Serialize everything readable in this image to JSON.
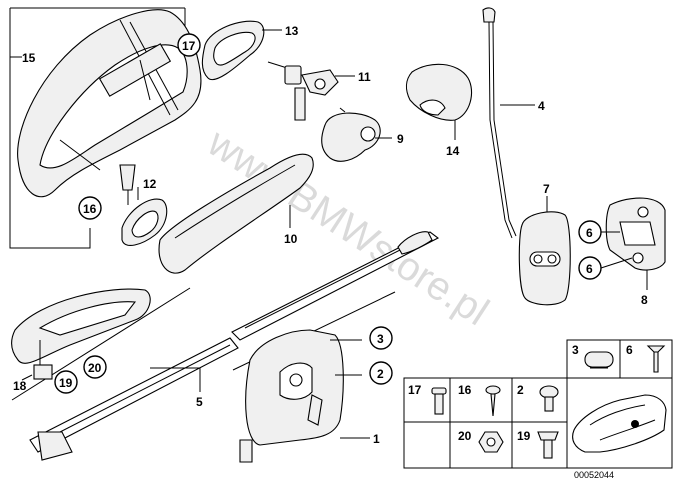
{
  "callouts": {
    "c1": "1",
    "c2": "2",
    "c3": "3",
    "c4": "4",
    "c5": "5",
    "c6a": "6",
    "c6b": "6",
    "c7": "7",
    "c8": "8",
    "c9": "9",
    "c10": "10",
    "c11": "11",
    "c12": "12",
    "c13": "13",
    "c14": "14",
    "c15": "15",
    "c16": "16",
    "c17": "17",
    "c18": "18",
    "c19": "19",
    "c20": "20"
  },
  "legend": {
    "l3": "3",
    "l6": "6",
    "l17": "17",
    "l16": "16",
    "l2": "2",
    "l20": "20",
    "l19": "19"
  },
  "watermark": "www.BMWstore.pl",
  "diagram_code": "00052044"
}
